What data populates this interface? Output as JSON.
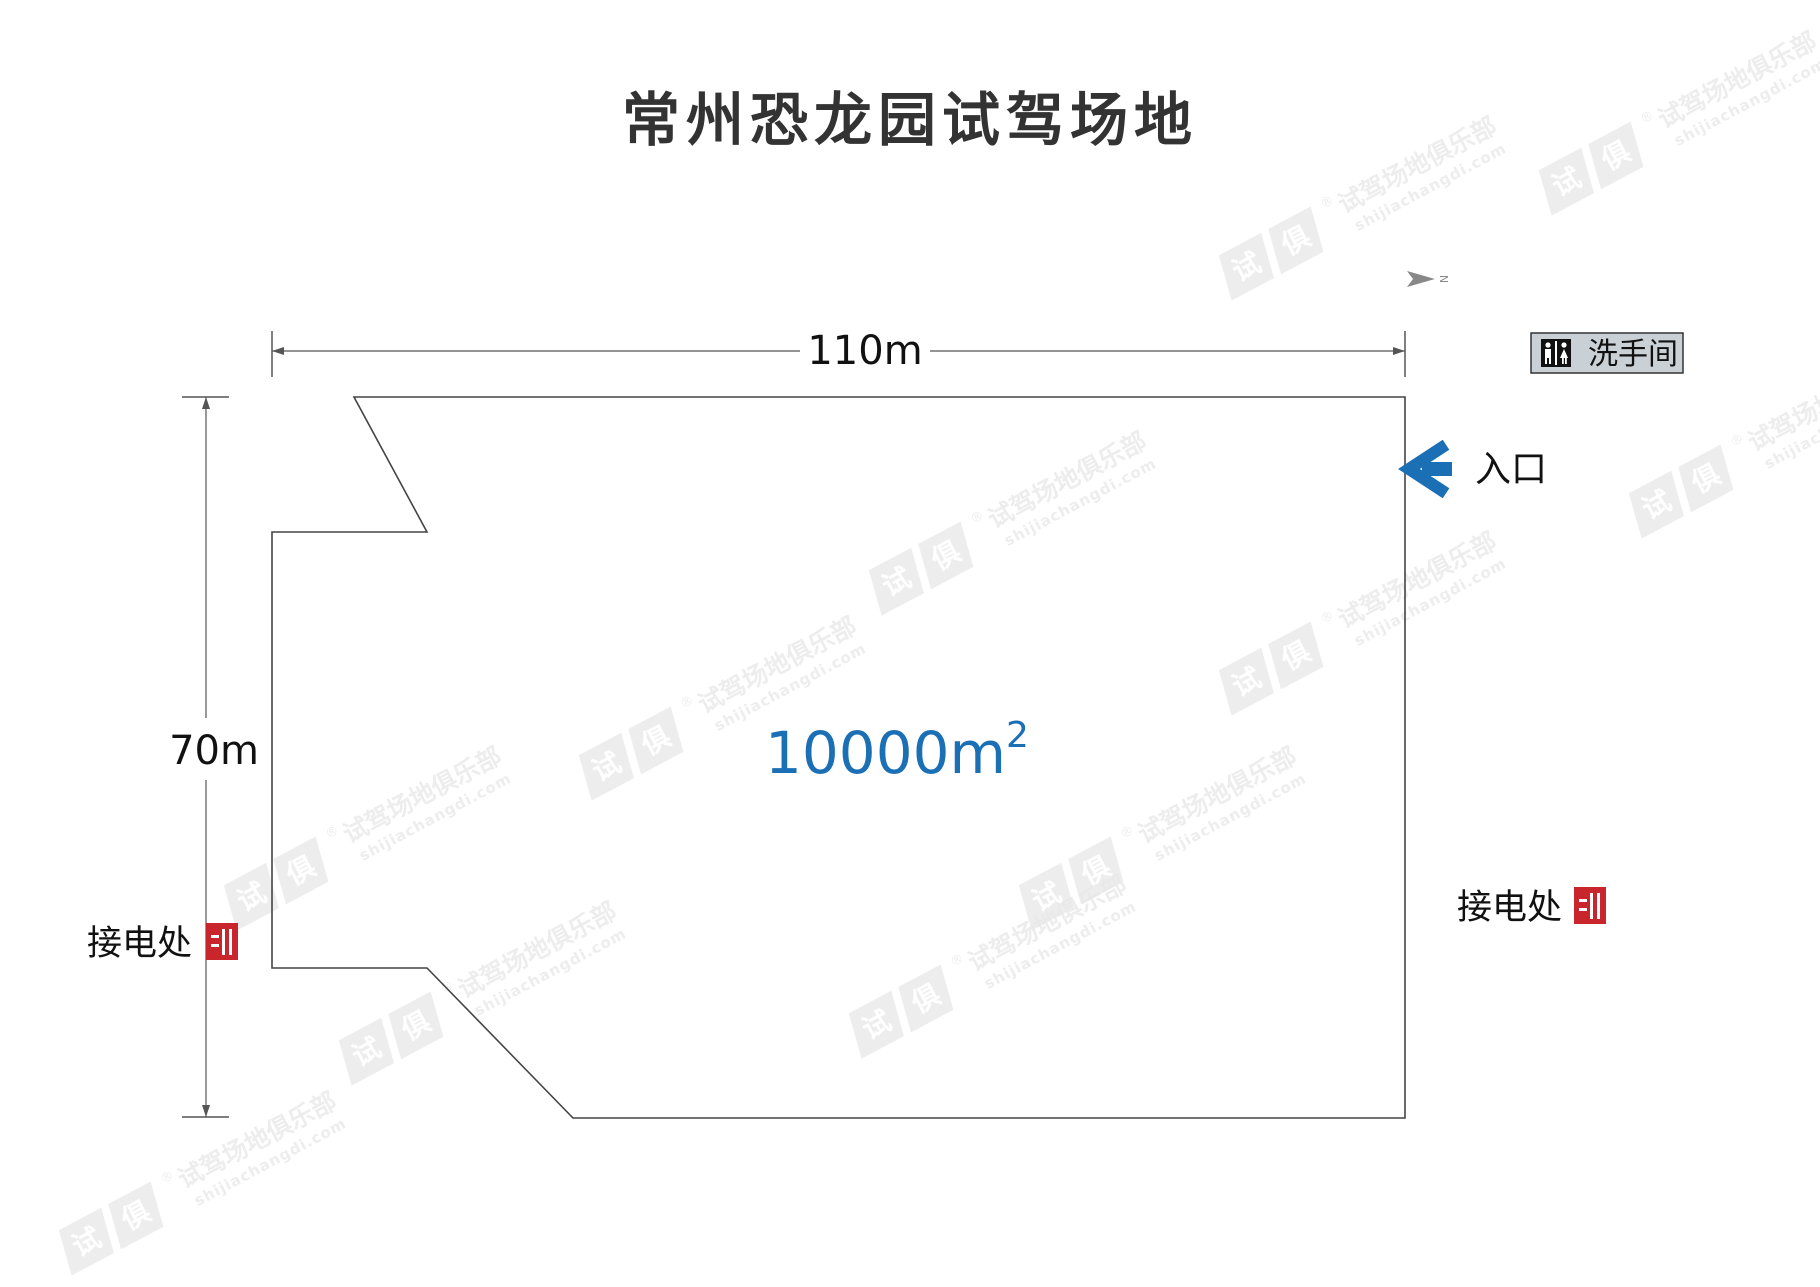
{
  "title": "常州恐龙园试驾场地",
  "dimensions": {
    "width_label": "110m",
    "height_label": "70m"
  },
  "area_label": "10000m",
  "area_superscript": "2",
  "entrance_label": "入口",
  "restroom_label": "洗手间",
  "power_points": [
    {
      "label": "接电处"
    },
    {
      "label": "接电处"
    }
  ],
  "compass_label": "N",
  "watermark": {
    "brand": "试驾场地俱乐部",
    "url": "shijiachangdi.com",
    "registered_mark": "®",
    "logo_chars": [
      "试",
      "俱"
    ]
  },
  "colors": {
    "title": "#333333",
    "outline": "#444444",
    "dimension_line": "#555555",
    "area_text": "#1a6fb5",
    "entrance_arrow": "#1a6fb5",
    "power_icon": "#c8262c",
    "restroom_bg": "#c9d0d6",
    "watermark": "#e8e8e8"
  }
}
